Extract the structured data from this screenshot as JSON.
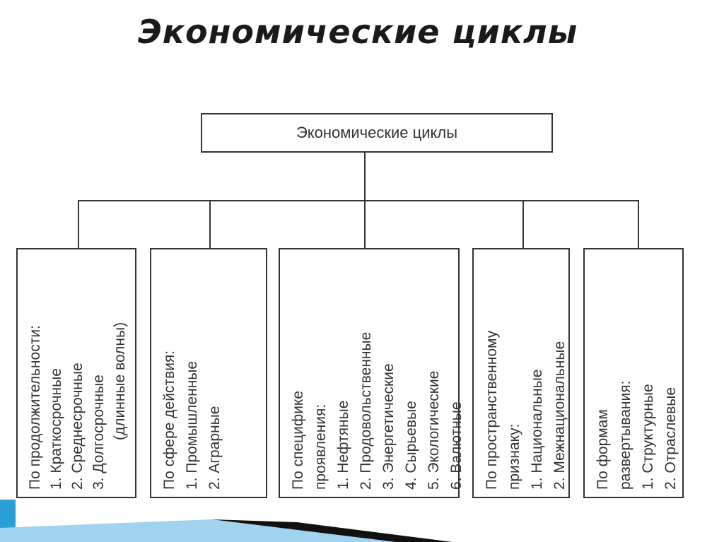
{
  "slide_title": "Экономические циклы",
  "root_label": "Экономические циклы",
  "categories": [
    {
      "heading": "По продолжительности:",
      "items": [
        "1. Краткосрочные",
        "2. Среднесрочные",
        "3. Долгосрочные",
        "(длинные волны)"
      ]
    },
    {
      "heading": "По сфере действия:",
      "items": [
        "1. Промышленные",
        "2. Аграрные"
      ]
    },
    {
      "heading": "По специфике",
      "heading2": "проявления:",
      "items": [
        "1. Нефтяные",
        "2. Продовольственные",
        "3. Энергетические",
        "4. Сырьевые",
        "5. Экологические",
        "6. Валютные"
      ]
    },
    {
      "heading": "По пространственному",
      "heading2": "признаку:",
      "items": [
        "1. Национальные",
        "2. Межнациональные"
      ]
    },
    {
      "heading": "По формам",
      "heading2": "развертывания:",
      "items": [
        "1. Структурные",
        "2. Отраслевые"
      ]
    }
  ],
  "colors": {
    "line": "#333333",
    "accent_blue": "#2a9fd6",
    "accent_black": "#111111"
  }
}
